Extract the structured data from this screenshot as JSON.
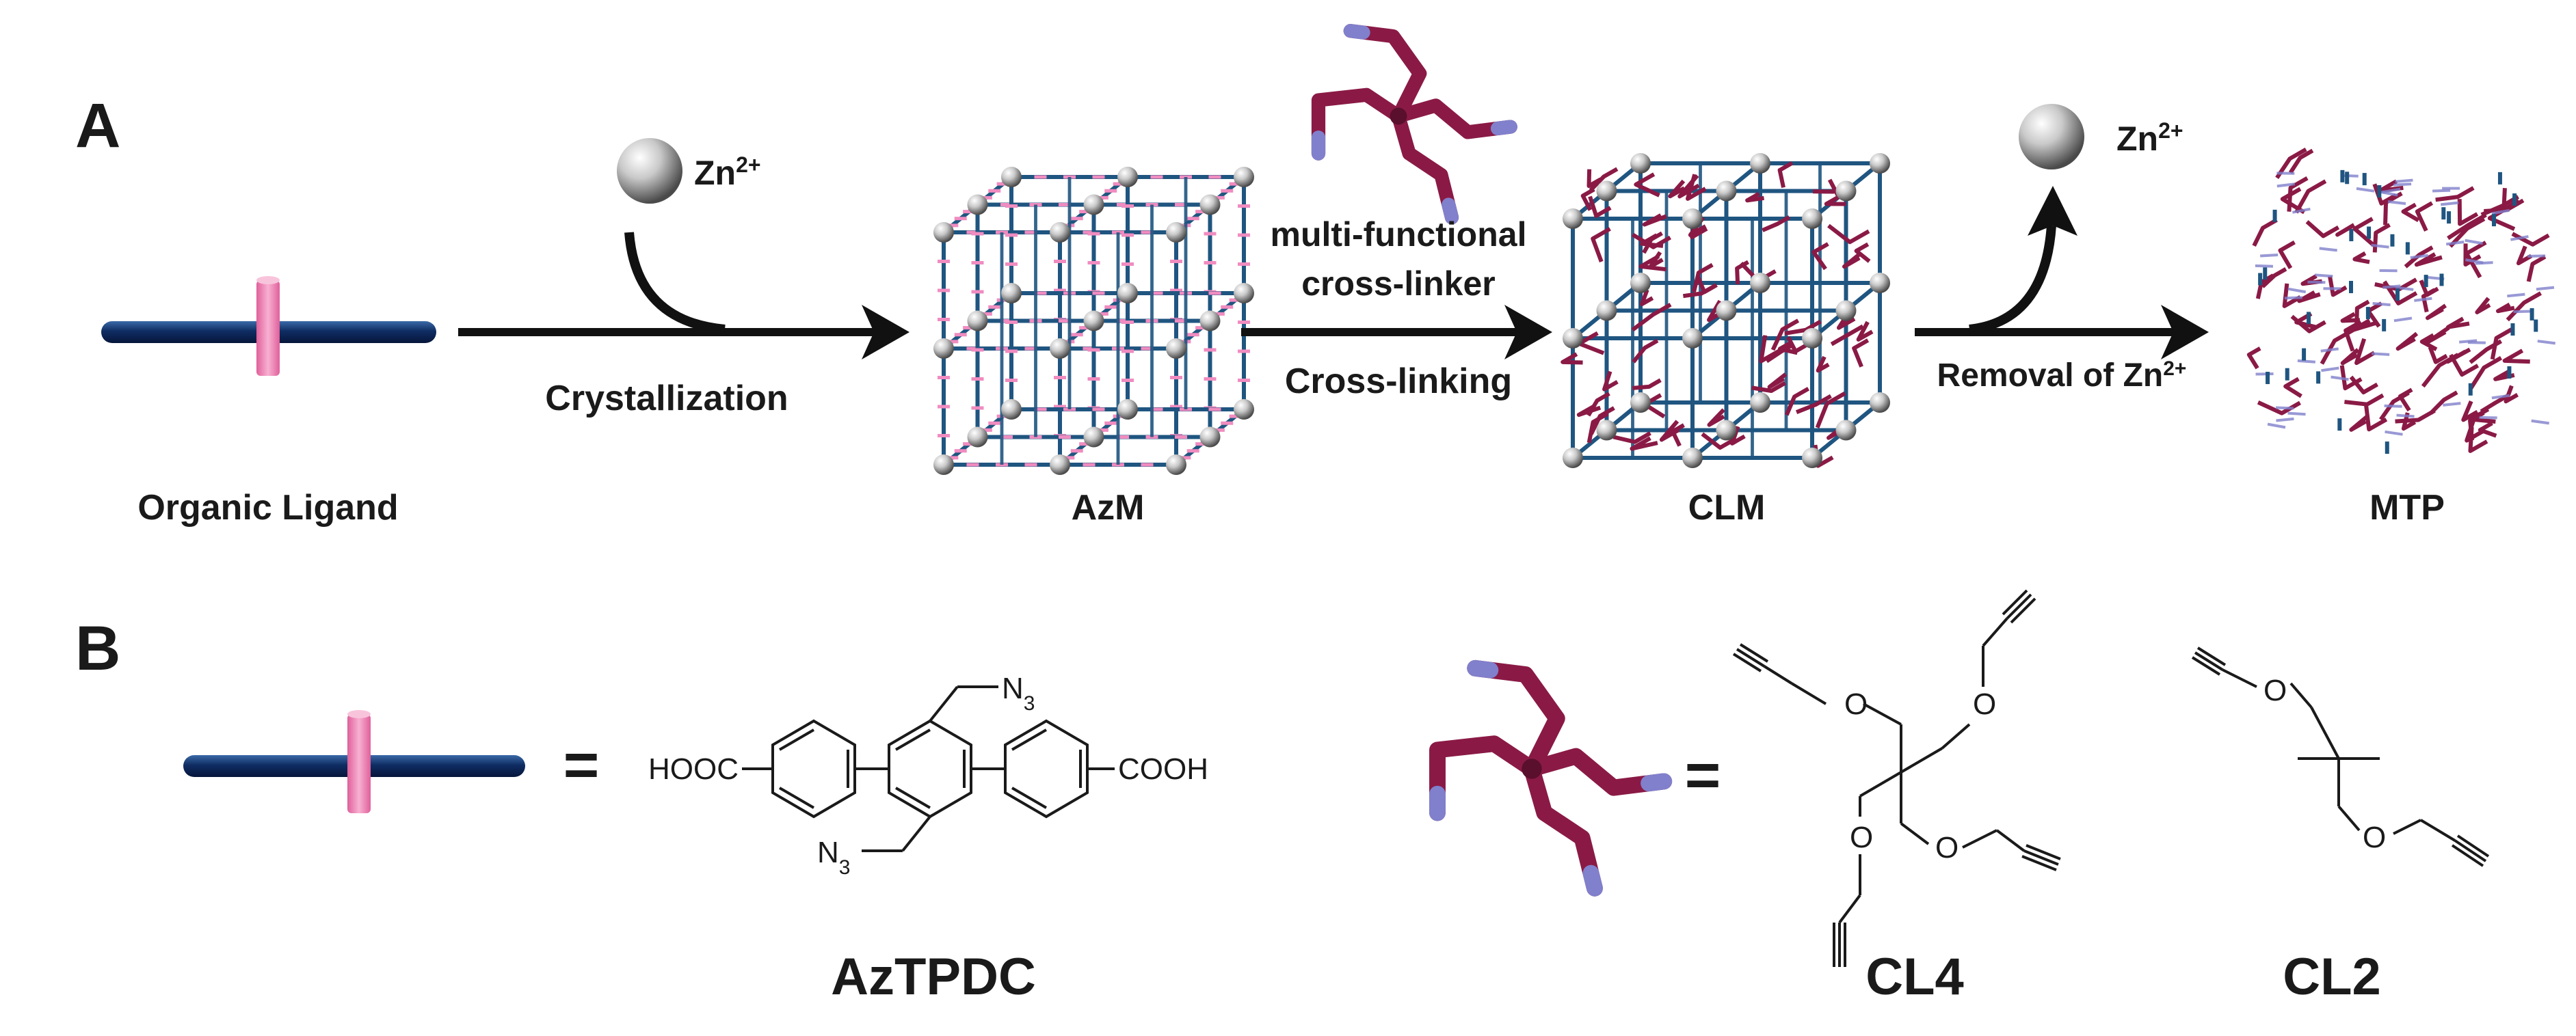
{
  "panel_a": {
    "letter": "A",
    "organic_ligand_label": "Organic Ligand",
    "crystallization_label": "Crystallization",
    "zn_ion_label": "Zn",
    "zn_ion_charge": "2+",
    "azm_label": "AzM",
    "multifunctional_line1": "multi-functional",
    "multifunctional_line2": "cross-linker",
    "crosslinking_label": "Cross-linking",
    "clm_label": "CLM",
    "removal_label": "Removal of Zn",
    "removal_charge": "2+",
    "zn_released_label": "Zn",
    "zn_released_charge": "2+",
    "mtp_label": "MTP"
  },
  "panel_b": {
    "letter": "B",
    "equals_1": "=",
    "equals_2": "=",
    "hooc": "HOOC",
    "cooh": "COOH",
    "azide_top": "N",
    "azide_top_sub": "3",
    "azide_bottom": "N",
    "azide_bottom_sub": "3",
    "aztpdc_label": "AzTPDC",
    "cl4_label": "CL4",
    "cl2_label": "CL2",
    "oxygen": "O"
  },
  "colors": {
    "ligand_blue": "#0f2d63",
    "pendant_pink": "#f08cc0",
    "framework_blue": "#1f5580",
    "crosslinker_red": "#8a1a45",
    "crosslinker_tip": "#8080cc",
    "arrow": "#111111"
  }
}
